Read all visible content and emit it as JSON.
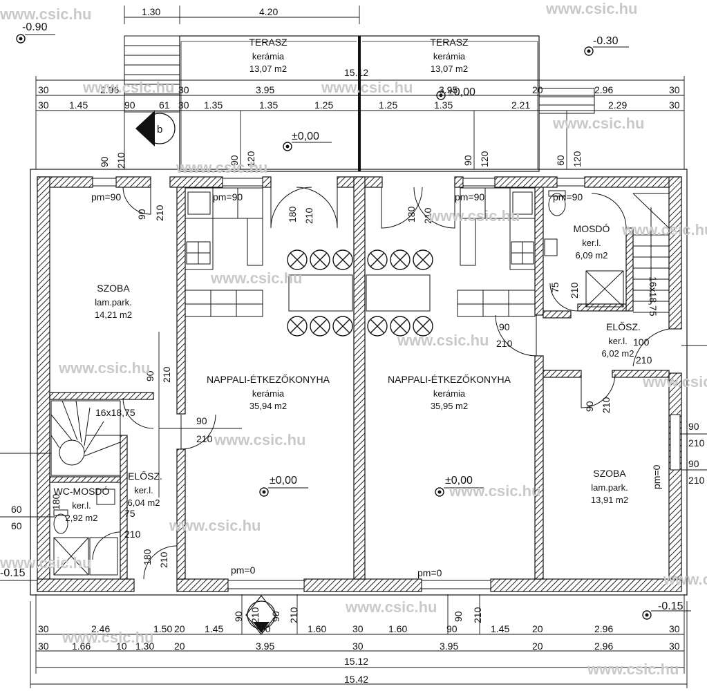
{
  "watermark": "www.csic.hu",
  "rooms": {
    "terasz_left": {
      "name": "TERASZ",
      "floor": "kerámia",
      "area": "13,07  m2"
    },
    "terasz_right": {
      "name": "TERASZ",
      "floor": "kerámia",
      "area": "13,07  m2"
    },
    "szoba_left": {
      "name": "SZOBA",
      "floor": "lam.park.",
      "area": "14,21  m2"
    },
    "nappali_left": {
      "name": "NAPPALI-ÉTKEZŐKONYHA",
      "floor": "kerámia",
      "area": "35,94  m2"
    },
    "nappali_right": {
      "name": "NAPPALI-ÉTKEZŐKONYHA",
      "floor": "kerámia",
      "area": "35,95  m2"
    },
    "mosdo": {
      "name": "MOSDÓ",
      "floor": "ker.l.",
      "area": "6,09  m2"
    },
    "elosz_right": {
      "name": "ELŐSZ.",
      "floor": "ker.l.",
      "area": "6,02  m2"
    },
    "elosz_left": {
      "name": "ELŐSZ.",
      "floor": "ker.l.",
      "area": "6,04  m2"
    },
    "wc_mosdo": {
      "name": "WC-MOSDÓ",
      "floor": "ker.l.",
      "area": "2,92  m2"
    },
    "szoba_right": {
      "name": "SZOBA",
      "floor": "lam.park.",
      "area": "13,91  m2"
    }
  },
  "levels": {
    "top_left": "-0.90",
    "top_right": "-0.30",
    "terrace": "±0,00",
    "terrace_right": "±0,00",
    "living_left": "±0,00",
    "living_right": "±0,00",
    "bottom_left": "-0.15",
    "bottom_right": "-0.15"
  },
  "top_dims": {
    "row0": [
      "1.30",
      "4.20"
    ],
    "overall": "15.12",
    "row1": [
      "30",
      "2.96",
      "30",
      "3.95",
      "3.95",
      "20",
      "2.96",
      "30"
    ],
    "row2": [
      "30",
      "1.45",
      "90",
      "61",
      "30",
      "1.35",
      "1.35",
      "1.25",
      "1.25",
      "1.35",
      "2.21",
      "2.29",
      "30"
    ]
  },
  "bottom_dims": {
    "row1": [
      "30",
      "2.46",
      "1.50",
      "20",
      "1.45",
      "90",
      "1.60",
      "30",
      "1.60",
      "90",
      "1.45",
      "20",
      "2.96",
      "30"
    ],
    "row2": [
      "30",
      "1.66",
      "10",
      "1.30",
      "20",
      "3.95",
      "30",
      "3.95",
      "20",
      "2.96",
      "30"
    ],
    "total1": "15.12",
    "total2": "15.42"
  },
  "openings": {
    "pm90": "pm=90",
    "pm0": "pm=0",
    "d90": "90",
    "d210": "210",
    "d180": "180",
    "d120": "120",
    "d60": "60",
    "d75": "75",
    "d100": "100",
    "stair": "16x18,75",
    "b": "b"
  },
  "side_dims": {
    "left": [
      "60",
      "60"
    ],
    "right": [
      "90",
      "210",
      "90",
      "210"
    ]
  }
}
